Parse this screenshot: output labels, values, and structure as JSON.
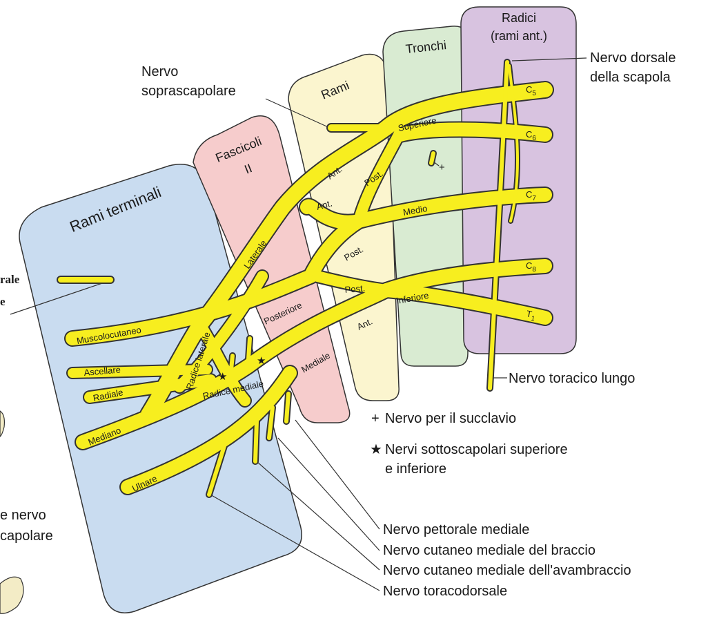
{
  "columns": {
    "roots": [
      "Radici",
      "(rami ant.)"
    ],
    "trunks": "Tronchi",
    "divisions": "Rami",
    "cords": [
      "Fascicoli",
      "II"
    ],
    "terminal": "Rami terminali"
  },
  "roots": [
    "C5",
    "C6",
    "C7",
    "C8",
    "T1"
  ],
  "trunk_labels": {
    "superior": "Superiore",
    "middle": "Medio",
    "inferior": "Inferiore"
  },
  "division_labels": {
    "ant": "Ant.",
    "post": "Post."
  },
  "cord_labels": {
    "lateral": "Laterale",
    "posterior": "Posteriore",
    "medial": "Mediale"
  },
  "root_labels": {
    "lateral_root": "Radice laterale",
    "medial_root": "Radice mediale"
  },
  "terminal_nerves": [
    "Muscolocutaneo",
    "Ascellare",
    "Radiale",
    "Mediano",
    "Ulnare"
  ],
  "callouts": {
    "dorsal_scapular": [
      "Nervo dorsale",
      "della scapola"
    ],
    "suprascapular": [
      "Nervo",
      "soprascapolare"
    ],
    "long_thoracic": "Nervo toracico lungo",
    "lateral_pectoral_partial": [
      "rale",
      "e"
    ],
    "thoracodorsal_partial": [
      "e nervo",
      "capolare"
    ],
    "medial_pectoral": "Nervo pettorale mediale",
    "medial_cutaneous_arm": "Nervo cutaneo mediale del braccio",
    "medial_cutaneous_forearm": "Nervo cutaneo mediale dell'avambraccio",
    "thoracodorsal": "Nervo toracodorsale"
  },
  "legend": {
    "plus_symbol": "+",
    "plus_text": "Nervo per il succlavio",
    "star_symbol": "★",
    "star_text": [
      "Nervi sottoscapolari superiore",
      "e inferiore"
    ]
  },
  "colors": {
    "nerve": "#f7ee1f",
    "terminal_bg": "#c9dcf0",
    "cords_bg": "#f6cccc",
    "divisions_bg": "#fbf5cf",
    "trunks_bg": "#d9ebd2",
    "roots_bg": "#d8c3e0"
  }
}
